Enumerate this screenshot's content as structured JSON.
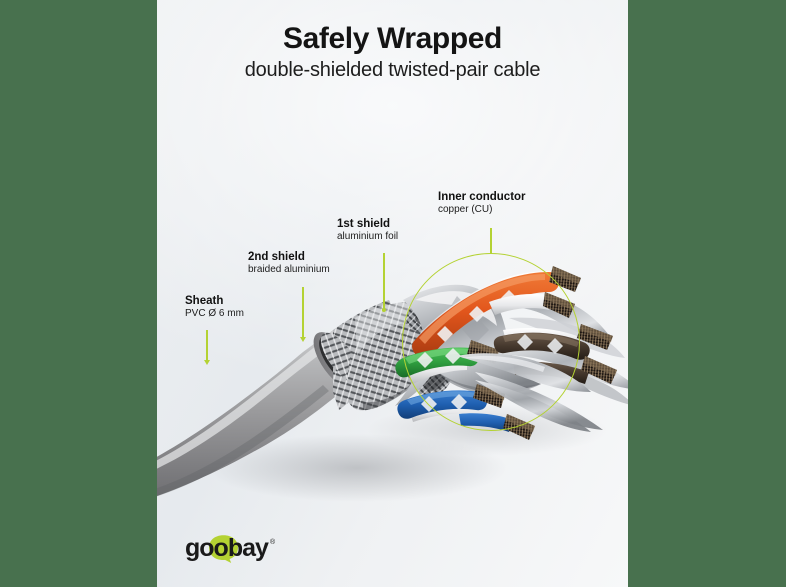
{
  "meta": {
    "frame_color": "#48714e",
    "panel_bg_top": "#eef0f2",
    "panel_bg_bottom": "#f7f8f9",
    "accent_green": "#b4d233"
  },
  "header": {
    "title": "Safely Wrapped",
    "subtitle": "double-shielded twisted-pair cable"
  },
  "callouts": [
    {
      "id": "sheath",
      "title": "Sheath",
      "sub": "PVC Ø 6 mm"
    },
    {
      "id": "second_shield",
      "title": "2nd shield",
      "sub": "braided aluminium"
    },
    {
      "id": "first_shield",
      "title": "1st shield",
      "sub": "aluminium foil"
    },
    {
      "id": "inner_conductor",
      "title": "Inner conductor",
      "sub": "copper (CU)"
    }
  ],
  "brand": {
    "name": "goobay",
    "registered_mark": "®",
    "logo_dot_color": "#b4d233"
  },
  "artwork": {
    "description": "cut-away double-shielded twisted-pair network cable",
    "pair_colors": [
      "#e2561c",
      "#2f9e3f",
      "#1f5fb0",
      "#3f342c"
    ],
    "sheath_color": "#9b9b9d",
    "foil_color": "#b9bcc0"
  }
}
